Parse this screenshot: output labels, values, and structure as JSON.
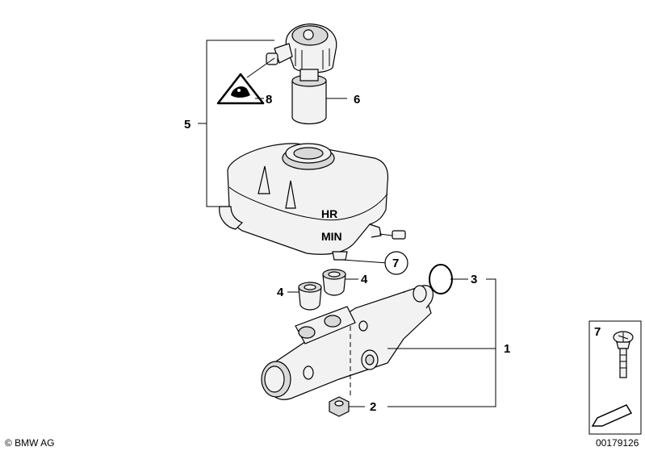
{
  "callouts": {
    "c1": "1",
    "c2": "2",
    "c3": "3",
    "c4a": "4",
    "c4b": "4",
    "c5": "5",
    "c6": "6",
    "c7_circle": "7",
    "c8": "8",
    "c7_inset": "7"
  },
  "reservoir_marks": {
    "mark1": "HR",
    "mark2": "MIN"
  },
  "footer": {
    "copyright": "© BMW AG",
    "image_number": "00179126"
  }
}
